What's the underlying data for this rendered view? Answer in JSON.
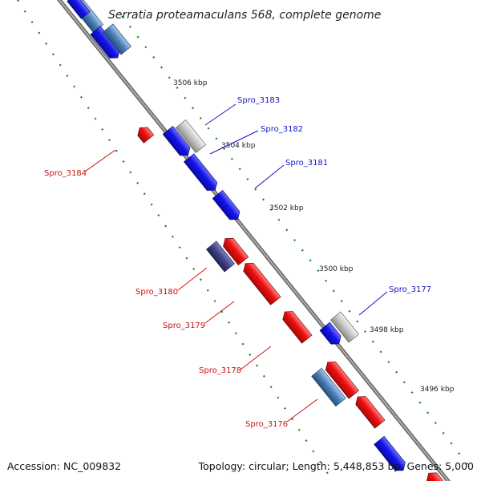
{
  "title": "Serratia proteamaculans 568, complete genome",
  "footer": {
    "accession": "Accession: NC_009832",
    "summary": "Topology: circular; Length: 5,448,853 bp; Genes: 5,000"
  },
  "colors": {
    "forward_gene": "#1010e6",
    "reverse_gene": "#ee1010",
    "pseudo_gene": "#b8b8b8",
    "dark_gene": "#40408a",
    "steel_gene": "#4a7eb4",
    "tick": "#1f7a1f",
    "backbone": "#8a8a8a",
    "forward_label": "#1515c8",
    "reverse_label": "#d01010"
  },
  "scale_labels": [
    "3506 kbp",
    "3504 kbp",
    "3502 kbp",
    "3500 kbp",
    "3498 kbp",
    "3496 kbp"
  ],
  "gene_labels": {
    "forward": [
      "Spro_3183",
      "Spro_3182",
      "Spro_3181",
      "Spro_3177"
    ],
    "reverse": [
      "Spro_3184",
      "Spro_3180",
      "Spro_3179",
      "Spro_3178",
      "Spro_3176"
    ]
  }
}
